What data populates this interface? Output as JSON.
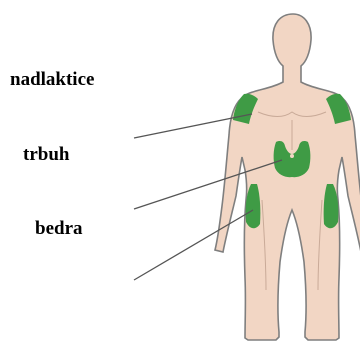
{
  "labels": {
    "upper_arm": "nadlaktice",
    "abdomen": "trbuh",
    "thighs": "bedra"
  },
  "colors": {
    "skin": "#f2d6c4",
    "outline": "#7f7f7f",
    "injection_site": "#3f9b45",
    "pointer_line": "#555555"
  }
}
